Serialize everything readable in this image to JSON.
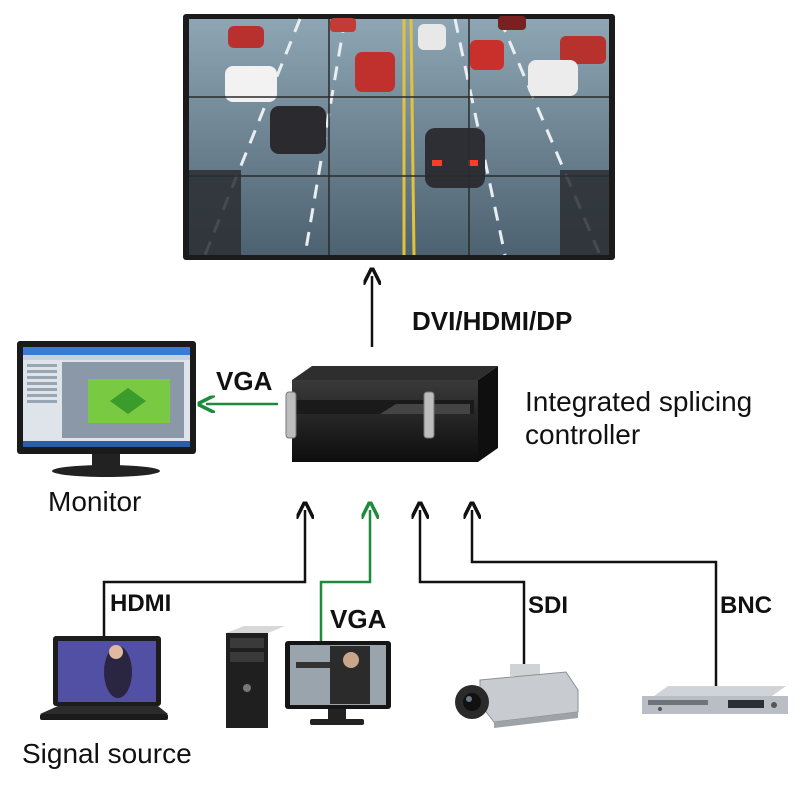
{
  "labels": {
    "output_interface": "DVI/HDMI/DP",
    "monitor_interface": "VGA",
    "controller": "Integrated splicing",
    "controller_line2": "controller",
    "monitor": "Monitor",
    "hdmi": "HDMI",
    "vga_input": "VGA",
    "sdi": "SDI",
    "bnc": "BNC",
    "signal_source": "Signal source"
  },
  "colors": {
    "arrow_dark": "#111111",
    "arrow_green": "#1e8a3c",
    "screen_blue": "#3a7bd5",
    "screen_green": "#7ac943"
  },
  "icons": [
    "video-wall-icon",
    "monitor-icon",
    "controller-icon",
    "laptop-icon",
    "desktop-pc-icon",
    "cctv-camera-icon",
    "dvd-player-icon"
  ]
}
